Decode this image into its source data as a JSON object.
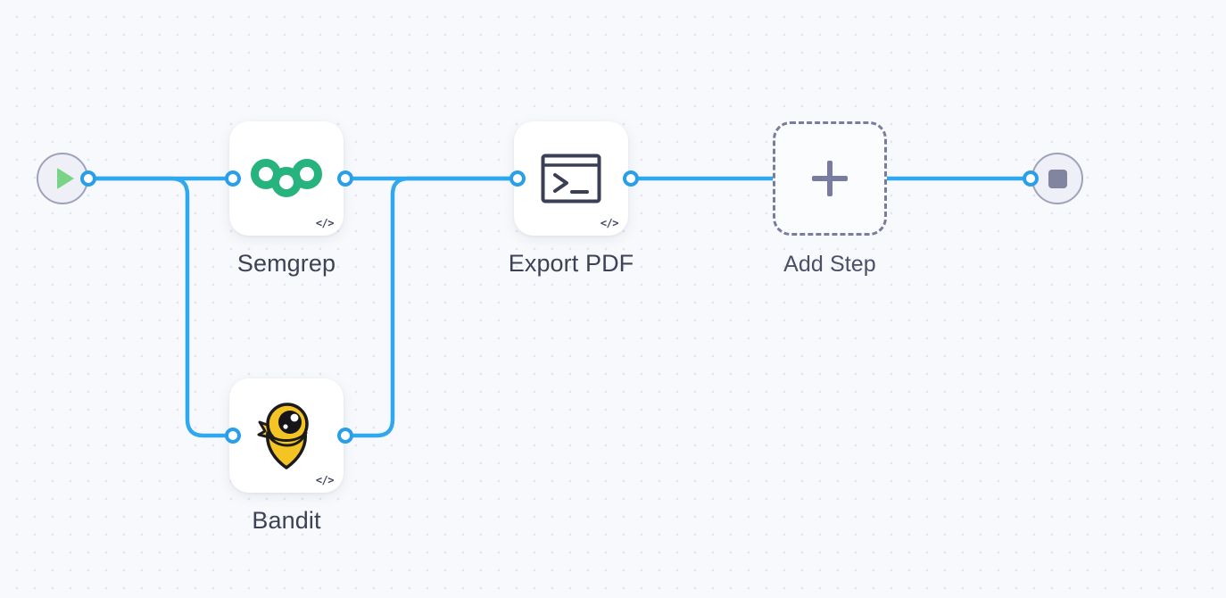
{
  "canvas": {
    "background_color": "#f8f9fc",
    "dot_color": "#e3e4ee",
    "edge_color": "#2fa8ef",
    "port_ring_color": "#2a9fe8",
    "label_color": "#3d4255"
  },
  "start_node": {
    "name": "start",
    "icon": "play-icon",
    "icon_color": "#7bd388",
    "circle_fill": "#eeeff7",
    "circle_border": "#9fa2bb"
  },
  "end_node": {
    "name": "end",
    "icon": "stop-icon",
    "icon_color": "#82859f",
    "circle_fill": "#eeeff7",
    "circle_border": "#9fa2bb"
  },
  "nodes": [
    {
      "id": "semgrep",
      "label": "Semgrep",
      "icon": "semgrep-logo-icon",
      "icon_color": "#26b37e",
      "badge": "</>",
      "has_input_port": true,
      "has_output_port": true
    },
    {
      "id": "bandit",
      "label": "Bandit",
      "icon": "bandit-logo-icon",
      "icon_color": "#f4c424",
      "badge": "</>",
      "has_input_port": true,
      "has_output_port": true
    },
    {
      "id": "export-pdf",
      "label": "Export PDF",
      "icon": "terminal-icon",
      "icon_color": "#3a3f56",
      "badge": "</>",
      "has_input_port": true,
      "has_output_port": true
    },
    {
      "id": "add-step",
      "label": "Add Step",
      "icon": "plus-icon",
      "icon_color": "#787ca0",
      "badge": "",
      "has_input_port": false,
      "has_output_port": false
    }
  ]
}
